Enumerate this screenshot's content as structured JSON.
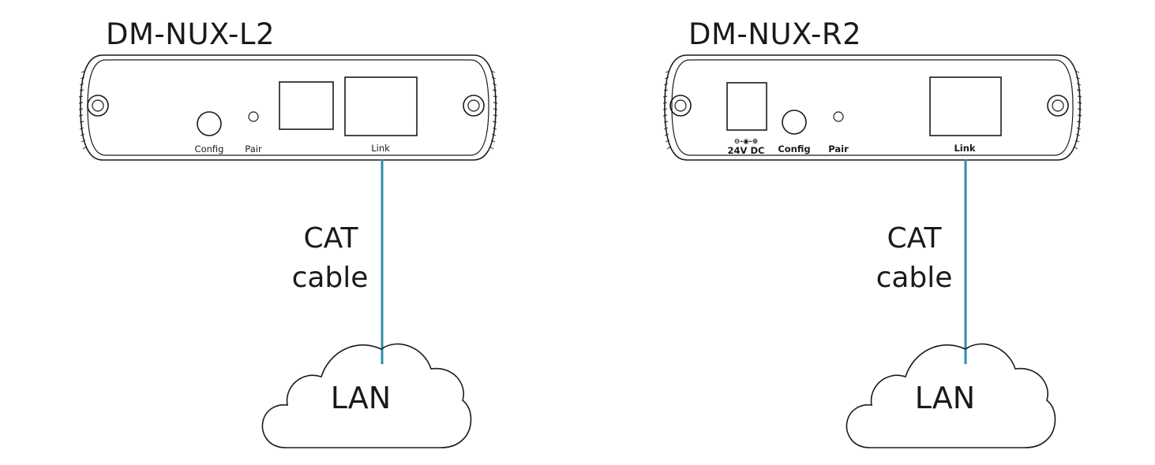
{
  "devices": [
    {
      "title": "DM-NUX-L2",
      "ports": {
        "config": "Config",
        "pair": "Pair",
        "link": "Link"
      },
      "cable_label_line1": "CAT",
      "cable_label_line2": "cable",
      "network": "LAN"
    },
    {
      "title": "DM-NUX-R2",
      "ports": {
        "power": "24V DC",
        "power_symbol": "⊖-◉-⊕",
        "config": "Config",
        "pair": "Pair",
        "link": "Link"
      },
      "cable_label_line1": "CAT",
      "cable_label_line2": "cable",
      "network": "LAN"
    }
  ],
  "colors": {
    "cable": "#2f8fa8",
    "outline": "#1a1a1a"
  }
}
